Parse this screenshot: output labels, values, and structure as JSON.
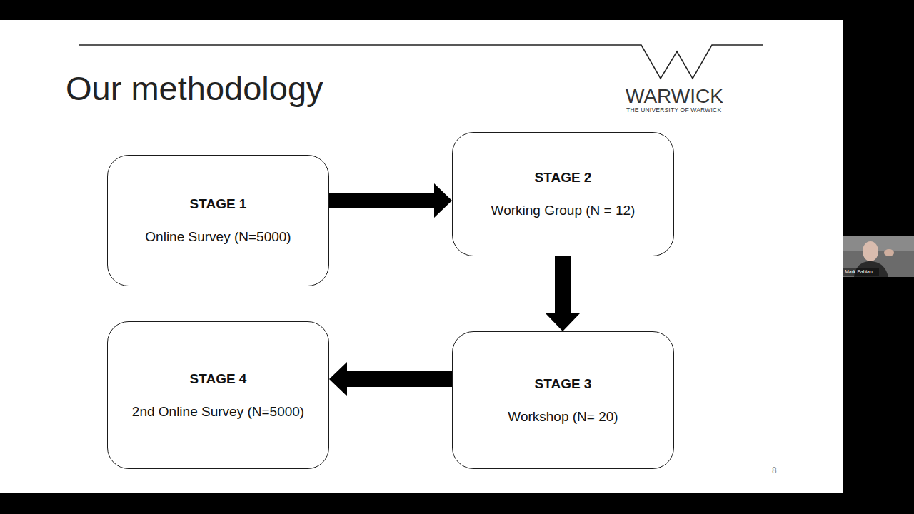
{
  "diagram": {
    "title": "Our methodology",
    "nodes": [
      {
        "text": [
          "STAGE 1",
          "Online Survey (N=5000)"
        ]
      },
      {
        "text": [
          "STAGE 2",
          "Working Group (N = 12)"
        ]
      },
      {
        "text": [
          "STAGE 3",
          "Workshop (N= 20)"
        ]
      },
      {
        "text": [
          "STAGE 4",
          "2nd Online Survey (N=5000)"
        ]
      }
    ],
    "edges": [
      {
        "from": 0,
        "to": 1,
        "arrow": "to"
      },
      {
        "from": 1,
        "to": 2,
        "arrow": "to"
      },
      {
        "from": 2,
        "to": 3,
        "arrow": "to"
      }
    ],
    "labels": [
      "WARWICK",
      "THE UNIVERSITY OF WARWICK",
      "8",
      "Mark Fabian"
    ]
  }
}
